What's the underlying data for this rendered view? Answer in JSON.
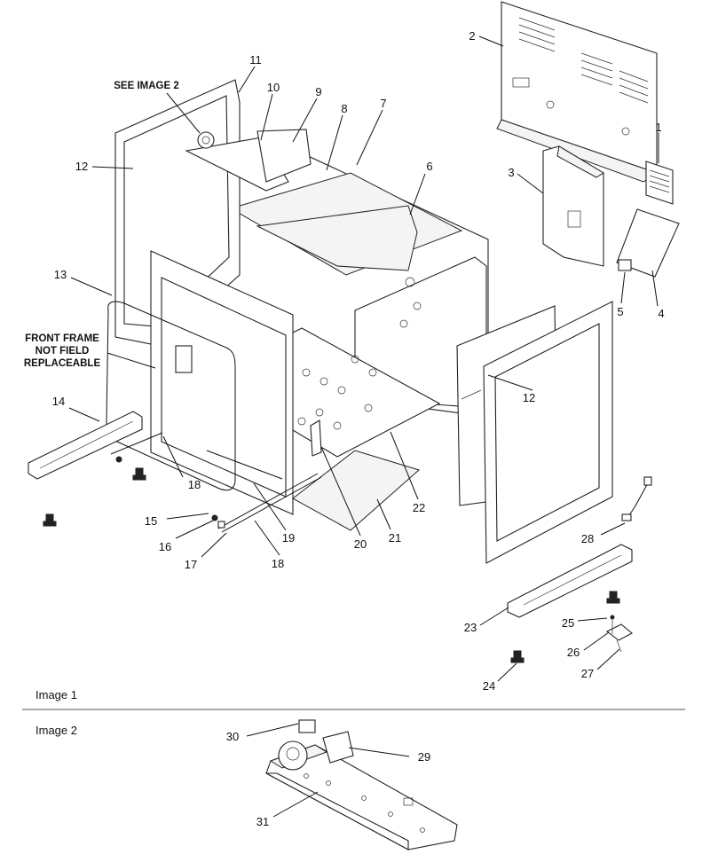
{
  "diagram": {
    "sections": [
      {
        "id": "image-1",
        "label": "Image 1"
      },
      {
        "id": "image-2",
        "label": "Image 2"
      }
    ],
    "notes": {
      "see_image_2": "SEE IMAGE 2",
      "front_frame": [
        "FRONT FRAME",
        "NOT FIELD",
        "REPLACEABLE"
      ]
    },
    "callouts": {
      "c1": "1",
      "c2": "2",
      "c3": "3",
      "c4": "4",
      "c5": "5",
      "c6": "6",
      "c7": "7",
      "c8": "8",
      "c9": "9",
      "c10": "10",
      "c11": "11",
      "c12a": "12",
      "c12b": "12",
      "c13": "13",
      "c14": "14",
      "c15": "15",
      "c16": "16",
      "c17": "17",
      "c18a": "18",
      "c18b": "18",
      "c19": "19",
      "c20": "20",
      "c21": "21",
      "c22": "22",
      "c23": "23",
      "c24": "24",
      "c25": "25",
      "c26": "26",
      "c27": "27",
      "c28": "28",
      "c29": "29",
      "c30": "30",
      "c31": "31"
    }
  }
}
